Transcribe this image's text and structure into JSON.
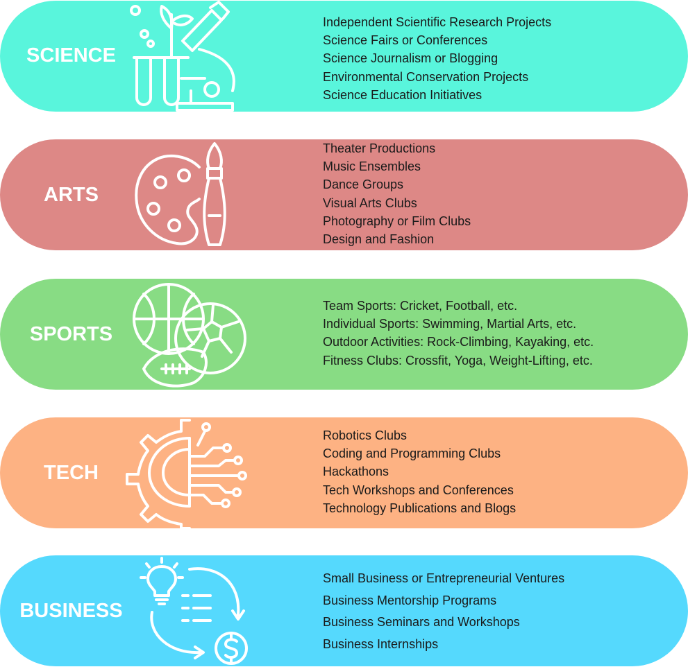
{
  "bands": [
    {
      "title": "SCIENCE",
      "color": "#59f5dc",
      "icon": "science-plant-microscope-icon",
      "items": [
        "Independent Scientific Research Projects",
        "Science Fairs or Conferences",
        "Science Journalism or Blogging",
        "Environmental Conservation Projects",
        "Science Education Initiatives"
      ]
    },
    {
      "title": "ARTS",
      "color": "#dd8886",
      "icon": "palette-brush-icon",
      "items": [
        "Theater Productions",
        "Music Ensembles",
        "Dance Groups",
        "Visual Arts Clubs",
        "Photography or Film Clubs",
        "Design and Fashion"
      ]
    },
    {
      "title": "SPORTS",
      "color": "#88dc84",
      "icon": "sports-balls-icon",
      "items": [
        "Team Sports: Cricket, Football, etc.",
        "Individual Sports: Swimming, Martial Arts, etc.",
        "Outdoor Activities: Rock-Climbing, Kayaking, etc.",
        "Fitness Clubs: Crossfit, Yoga, Weight-Lifting, etc."
      ]
    },
    {
      "title": "TECH",
      "color": "#fdb283",
      "icon": "gear-circuit-icon",
      "items": [
        "Robotics Clubs",
        "Coding and Programming Clubs",
        "Hackathons",
        "Tech Workshops and Conferences",
        "Technology Publications and Blogs"
      ]
    },
    {
      "title": "BUSINESS",
      "color": "#55d9fd",
      "icon": "idea-to-money-icon",
      "items": [
        "Small Business or Entrepreneurial Ventures",
        "Business Mentorship Programs",
        "Business Seminars and Workshops",
        "Business Internships"
      ]
    }
  ]
}
